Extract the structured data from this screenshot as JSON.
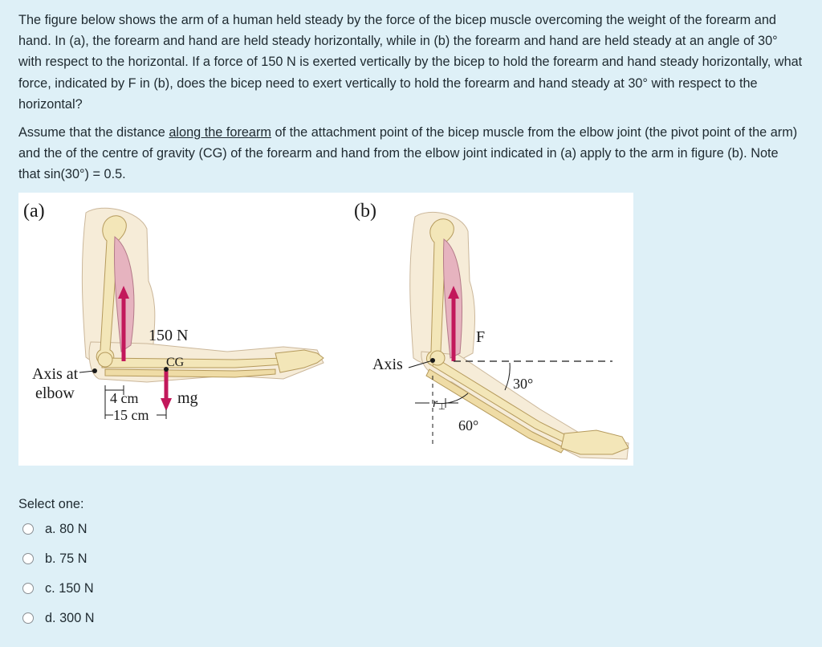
{
  "question": {
    "paragraph1": "The figure below shows the arm of a human held steady by the force of the bicep muscle overcoming the weight of the forearm and hand. In (a), the forearm and hand are held steady horizontally, while in (b) the forearm and hand are held steady at an angle of 30° with respect to the horizontal. If a force of 150 N is exerted vertically by the bicep to hold the forearm and hand steady horizontally, what force, indicated by F in (b), does the bicep need to exert vertically to hold the forearm and hand steady at 30° with respect to the horizontal?",
    "paragraph2_before": "Assume that the distance ",
    "paragraph2_underlined": "along the forearm",
    "paragraph2_after": " of the attachment point of the bicep muscle from the elbow joint (the pivot point of the arm) and the of the centre of gravity (CG) of the forearm and hand from the elbow joint indicated in (a) apply to the arm in figure (b). Note that sin(30°) = 0.5."
  },
  "figure": {
    "panel_a": {
      "label": "(a)",
      "force_label": "150 N",
      "cg_label": "CG",
      "axis_label_line1": "Axis at",
      "axis_label_line2": "elbow",
      "dist_4cm": "4 cm",
      "dist_15cm": "15 cm",
      "weight_label": "mg"
    },
    "panel_b": {
      "label": "(b)",
      "force_label": "F",
      "axis_label": "Axis",
      "angle_30": "30°",
      "angle_60": "60°",
      "r_label": "r",
      "perp_symbol": "⊥"
    },
    "colors": {
      "force_arrow": "#c2185b",
      "bone": "#f3e6b8",
      "skin": "#f6ecd8",
      "muscle": "#e6b3bf"
    }
  },
  "answer": {
    "select_label": "Select one:",
    "options": [
      {
        "label": "a. 80 N"
      },
      {
        "label": "b. 75 N"
      },
      {
        "label": "c. 150 N"
      },
      {
        "label": "d. 300 N"
      }
    ]
  }
}
